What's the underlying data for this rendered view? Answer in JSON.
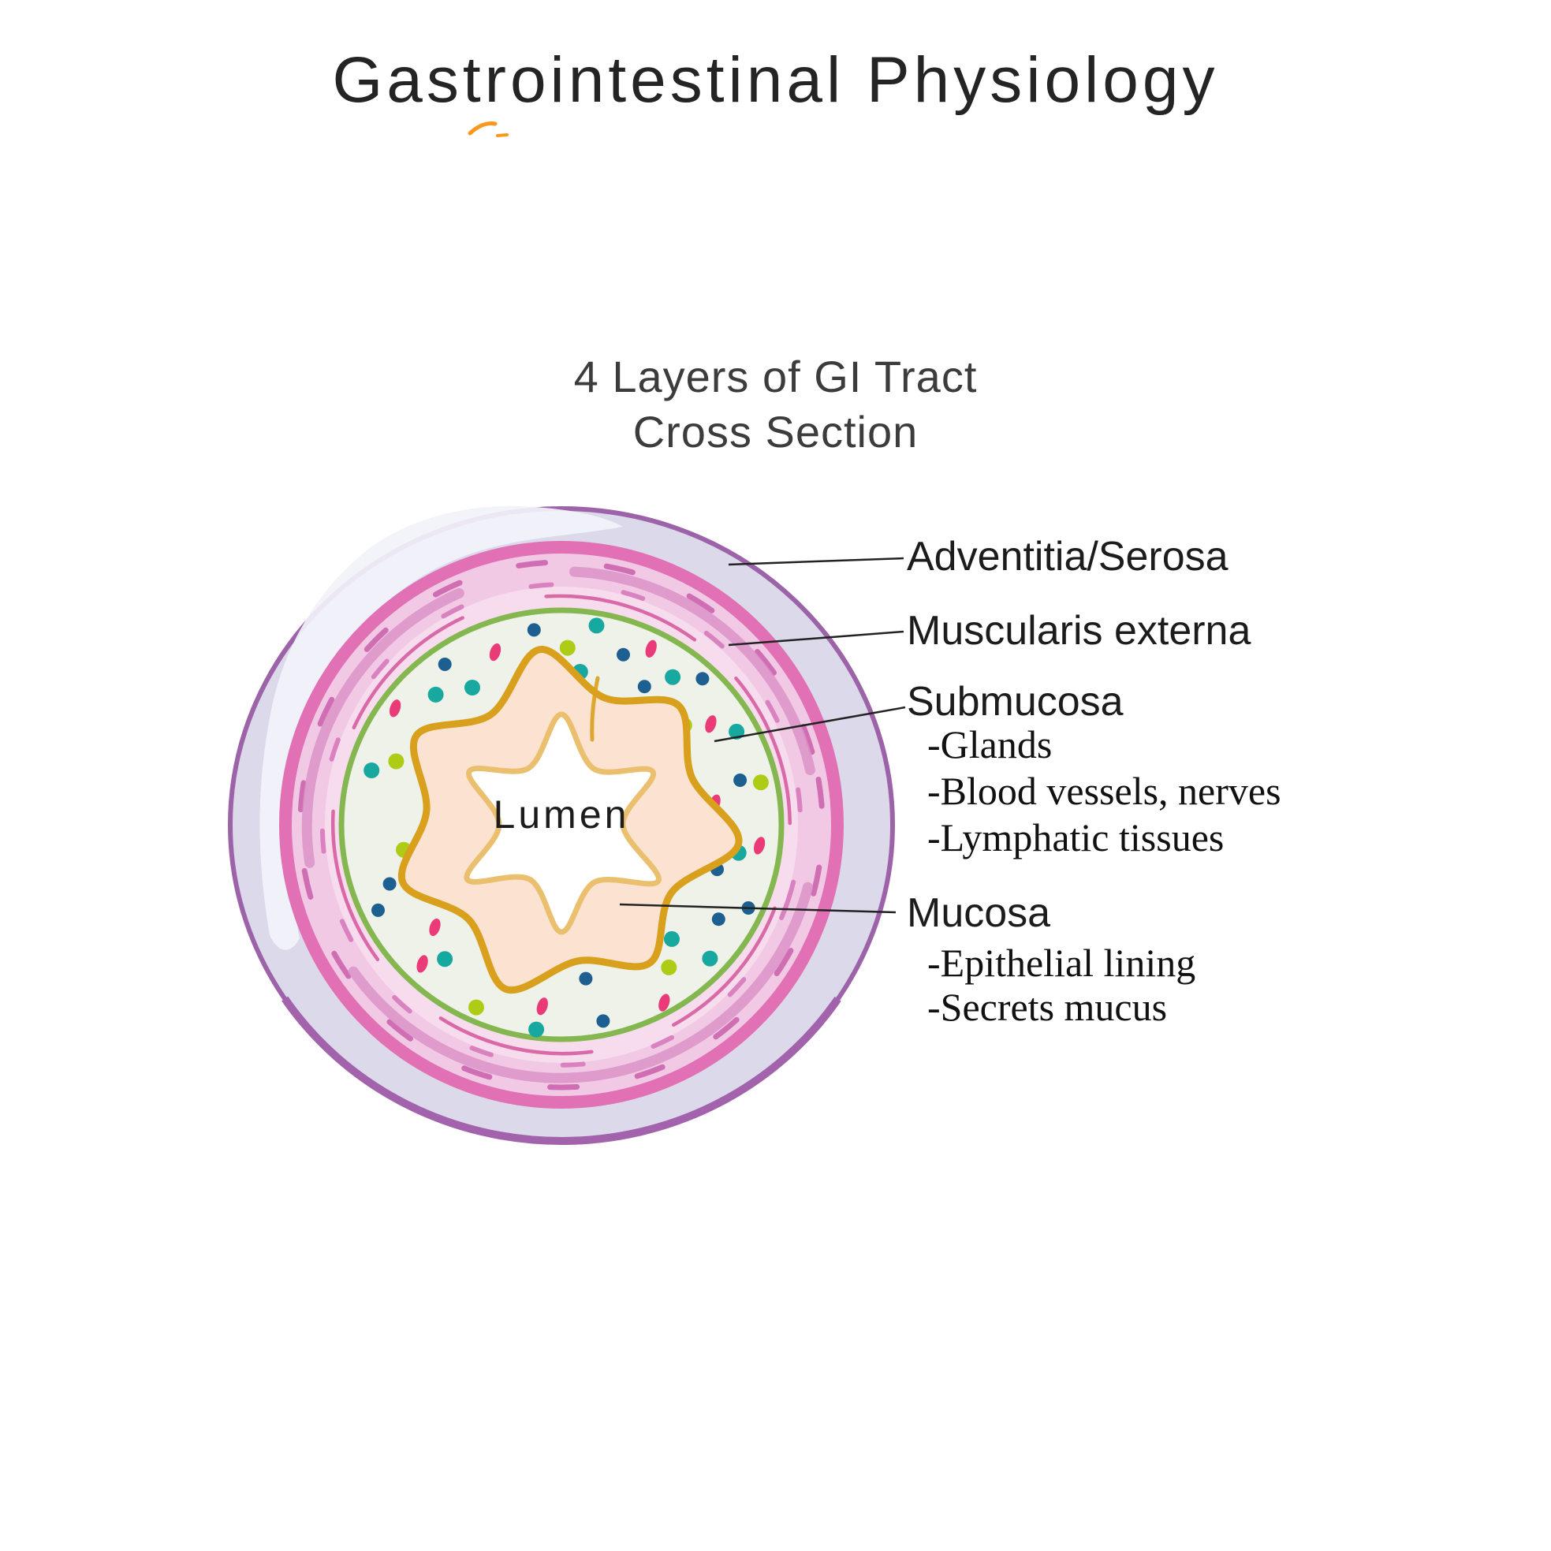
{
  "title": "Gastrointestinal Physiology",
  "subtitle": {
    "line1": "4 Layers of GI Tract",
    "line2": "Cross Section"
  },
  "diagram": {
    "lumen_label": "Lumen",
    "labels": [
      {
        "name": "Adventitia/Serosa",
        "details": []
      },
      {
        "name": "Muscularis externa",
        "details": []
      },
      {
        "name": "Submucosa",
        "details": [
          "-Glands",
          "-Blood vessels, nerves",
          "-Lymphatic tissues"
        ]
      },
      {
        "name": "Mucosa",
        "details": [
          "-Epithelial lining",
          "-Secrets mucus"
        ]
      }
    ]
  },
  "colors": {
    "background": "#ffffff",
    "title_text": "#242424",
    "subtitle_text": "#3c3c3c",
    "label_text": "#1c1c1c",
    "leader_line": "#222222",
    "accent_squiggle": "#f8981d",
    "serosa_fill": "#dbd9ea",
    "serosa_stroke": "#9d63a9",
    "serosa_bottom_stroke": "#a263ac",
    "serosa_highlight": "#f2f3fa",
    "muscularis_fill": "#f2c9e4",
    "muscularis_stroke": "#e170b5",
    "muscularis_inner_fill": "#f7dcee",
    "muscle_arc_dark": "#cc64ae",
    "muscle_arc_mid": "#d674ba",
    "muscle_arc_light": "#db93c8",
    "muscle_arc_deep": "#d65c9f",
    "muscle_arc_inner": "#e584c4",
    "submucosa_fill": "#eef2e8",
    "submucosa_stroke": "#84b750",
    "mucosa_fill": "#fce3d1",
    "mucosa_stroke": "#d9a01d",
    "lumen_fill": "#ffffff",
    "lumen_stroke": "#eabf6e",
    "dot_navy": "#1d5f90",
    "dot_teal": "#17a89f",
    "dot_pink": "#ea3a78",
    "dot_lime": "#aecb15"
  }
}
